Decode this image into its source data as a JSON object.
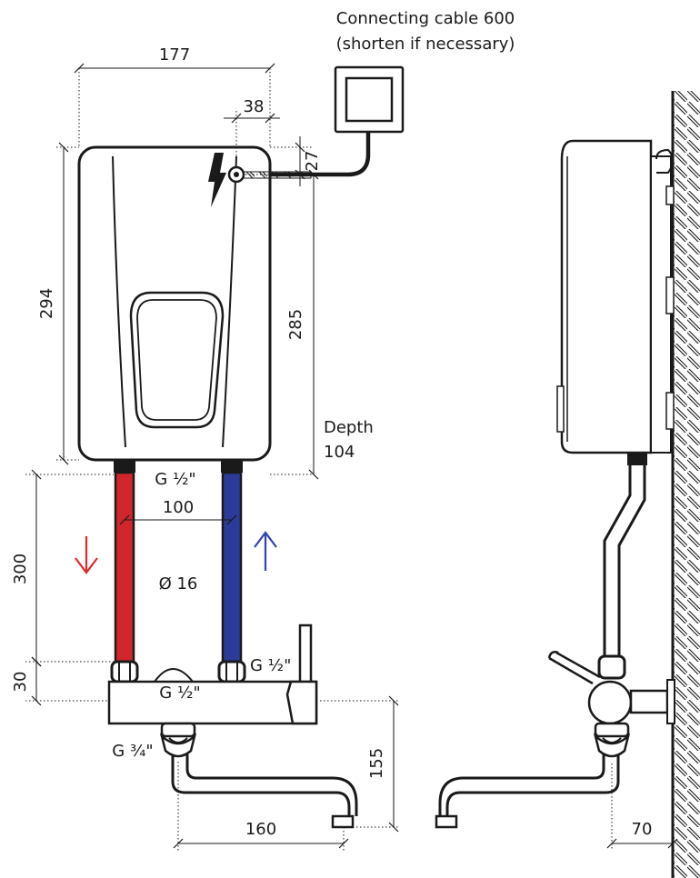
{
  "cable_label_line1": "Connecting cable 600",
  "cable_label_line2": "(shorten if necessary)",
  "dims": {
    "width": "177",
    "offset_38": "38",
    "offset_27": "27",
    "height_294": "294",
    "height_285": "285",
    "depth_label": "Depth",
    "depth_value": "104",
    "pipe_spacing": "100",
    "pipe_length": "300",
    "fitting_height": "30",
    "spout_drop": "155",
    "spout_reach": "160",
    "wall_distance": "70"
  },
  "fittings": {
    "top_thread": "G ½\"",
    "pipe_diameter": "Ø 16",
    "right_thread": "G ½\"",
    "valve_thread": "G ½\"",
    "spout_thread": "G ¾\""
  },
  "colors": {
    "hot_pipe": "#d0262c",
    "cold_pipe": "#2c3a9a",
    "hot_arrow": "#e0282d",
    "cold_arrow": "#3044b0",
    "outline": "#1a1a1a"
  },
  "icons": {
    "power": "lightning-bolt",
    "hot_flow": "arrow-down",
    "cold_flow": "arrow-up"
  }
}
